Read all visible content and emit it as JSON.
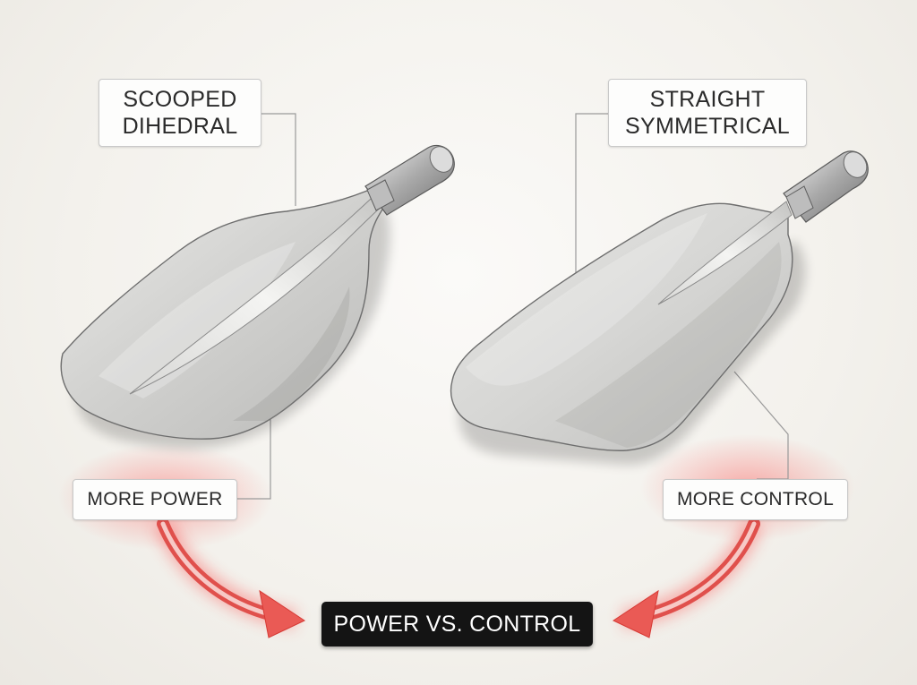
{
  "callouts": {
    "scooped": "SCOOPED\nDIHEDRAL",
    "straight": "STRAIGHT\nSYMMETRICAL"
  },
  "tags": {
    "power": "MORE POWER",
    "control": "MORE CONTROL"
  },
  "center_label": "POWER VS. CONTROL",
  "colors": {
    "background": "#f3f1ec",
    "blade": "#d4d4d2",
    "arrow": "#e23a3a",
    "center_label_bg": "#141414"
  }
}
